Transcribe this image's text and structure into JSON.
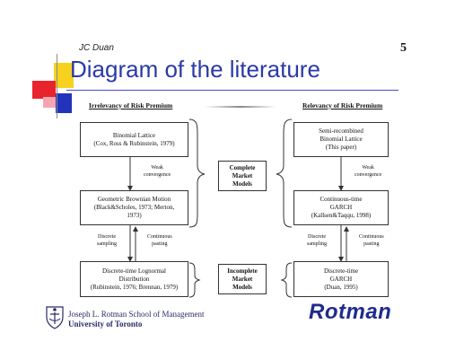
{
  "header": {
    "author": "JC Duan",
    "page_number": "5",
    "title": "Diagram of the literature"
  },
  "columns": {
    "left_heading": "Irrelevancy of Risk Premium",
    "right_heading": "Relevancy of Risk Premium"
  },
  "left_boxes": {
    "binomial": [
      "Binomial Lattice",
      "(Cox, Ross & Rubinstein, 1979)"
    ],
    "gbm": [
      "Geometric Brownian Motion",
      "(Black&Scholes, 1973; Merton,",
      "1973)"
    ],
    "lognormal": [
      "Discrete-time Lognormal",
      "Distribution",
      "(Rubinstein, 1976; Brennan, 1979)"
    ]
  },
  "right_boxes": {
    "semi": [
      "Semi-recombined",
      "Binomial Lattice",
      "(This paper)"
    ],
    "garch_cont": [
      "Continuous-time",
      "GARCH",
      "(Kallsen&Taqqu, 1998)"
    ],
    "garch_disc": [
      "Discrete-time",
      "GARCH",
      "(Duan, 1995)"
    ]
  },
  "middle_boxes": {
    "complete": [
      "Complete",
      "Market",
      "Models"
    ],
    "incomplete": [
      "Incomplete",
      "Market",
      "Models"
    ]
  },
  "arrow_labels": {
    "weak_left": [
      "Weak",
      "convergence"
    ],
    "weak_right": [
      "Weak",
      "convergence"
    ],
    "discrete_left": [
      "Discrete",
      "sampling"
    ],
    "continuous_left": [
      "Continuous",
      "pasting"
    ],
    "discrete_right": [
      "Discrete",
      "sampling"
    ],
    "continuous_right": [
      "Continuous",
      "pasting"
    ]
  },
  "footer": {
    "school": "Joseph L. Rotman School of Management",
    "university": "University of Toronto",
    "brand": "Rotman"
  },
  "colors": {
    "title_blue": "#2a3aa6",
    "deco_red": "#e8242c",
    "deco_yellow": "#f6d21f",
    "deco_blue": "#2233bb",
    "brand_blue": "#1f2b8c"
  }
}
